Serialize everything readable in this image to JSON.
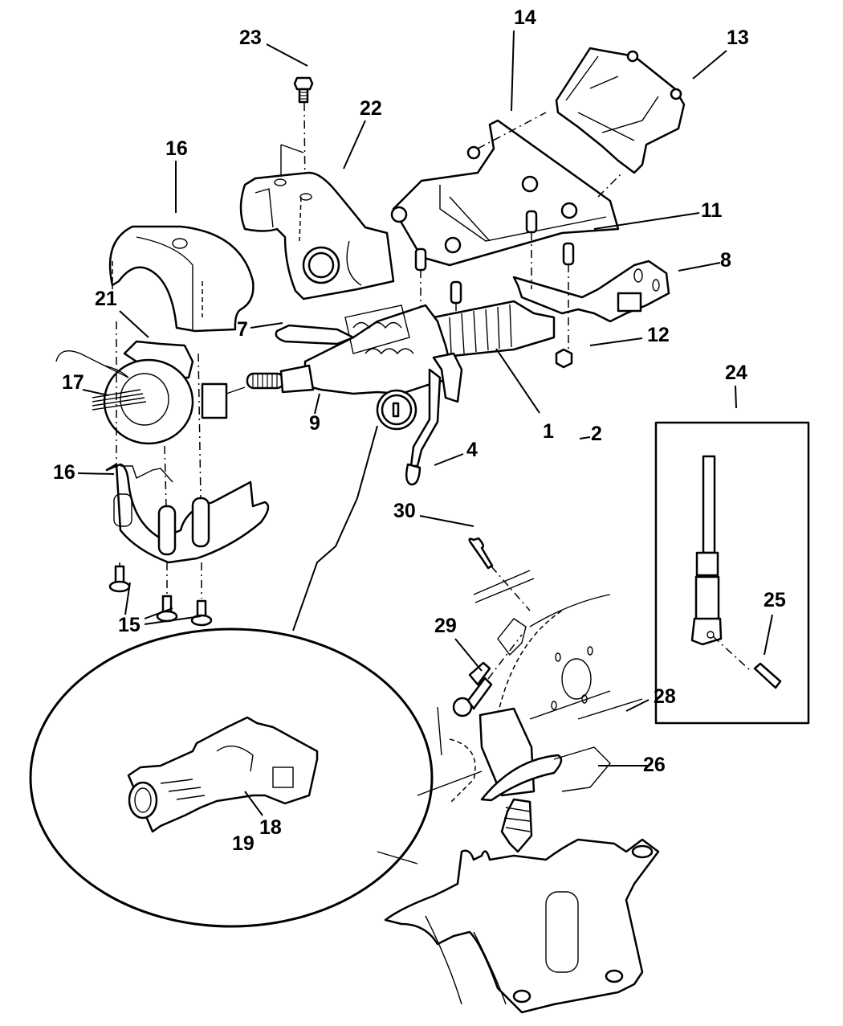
{
  "diagram": {
    "title": "Steering Column Exploded View",
    "callouts": [
      {
        "id": "c23",
        "label": "23"
      },
      {
        "id": "c14",
        "label": "14"
      },
      {
        "id": "c13",
        "label": "13"
      },
      {
        "id": "c22",
        "label": "22"
      },
      {
        "id": "c16a",
        "label": "16"
      },
      {
        "id": "c11",
        "label": "11"
      },
      {
        "id": "c8",
        "label": "8"
      },
      {
        "id": "c21",
        "label": "21"
      },
      {
        "id": "c7",
        "label": "7"
      },
      {
        "id": "c12",
        "label": "12"
      },
      {
        "id": "c17",
        "label": "17"
      },
      {
        "id": "c24",
        "label": "24"
      },
      {
        "id": "c9",
        "label": "9"
      },
      {
        "id": "c1",
        "label": "1"
      },
      {
        "id": "c2",
        "label": "2"
      },
      {
        "id": "c4",
        "label": "4"
      },
      {
        "id": "c16b",
        "label": "16"
      },
      {
        "id": "c30",
        "label": "30"
      },
      {
        "id": "c25",
        "label": "25"
      },
      {
        "id": "c15",
        "label": "15"
      },
      {
        "id": "c29",
        "label": "29"
      },
      {
        "id": "c28",
        "label": "28"
      },
      {
        "id": "c26",
        "label": "26"
      },
      {
        "id": "c18",
        "label": "18"
      },
      {
        "id": "c19",
        "label": "19"
      }
    ]
  }
}
